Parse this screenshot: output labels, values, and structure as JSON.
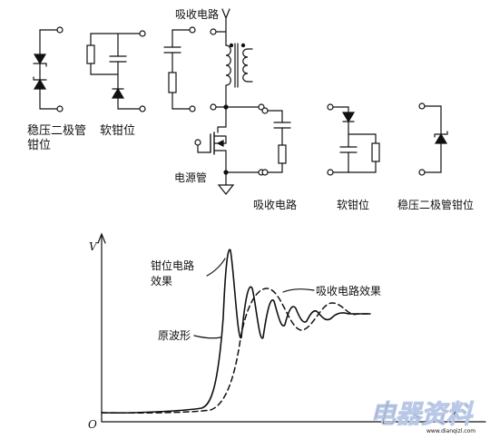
{
  "labels": {
    "zener_clamp_left_line1": "稳压二极管",
    "zener_clamp_left_line2": "钳位",
    "soft_clamp_left": "软钳位",
    "snubber_top": "吸收电路",
    "power_switch": "电源管",
    "snubber_right": "吸收电路",
    "soft_clamp_right": "软钳位",
    "zener_clamp_right": "稳压二极管钳位"
  },
  "waveform": {
    "axis_v": "V",
    "origin": "O",
    "clamp_effect_line1": "钳位电路",
    "clamp_effect_line2": "效果",
    "snubber_effect": "吸收电路效果",
    "original_waveform": "原波形"
  },
  "watermark": {
    "brand": "电器资料",
    "url": "www.dianqizl.com"
  },
  "colors": {
    "ink": "#111111",
    "watermark_text": "#2b4f9a",
    "watermark_outline": "#b9c8e6"
  }
}
